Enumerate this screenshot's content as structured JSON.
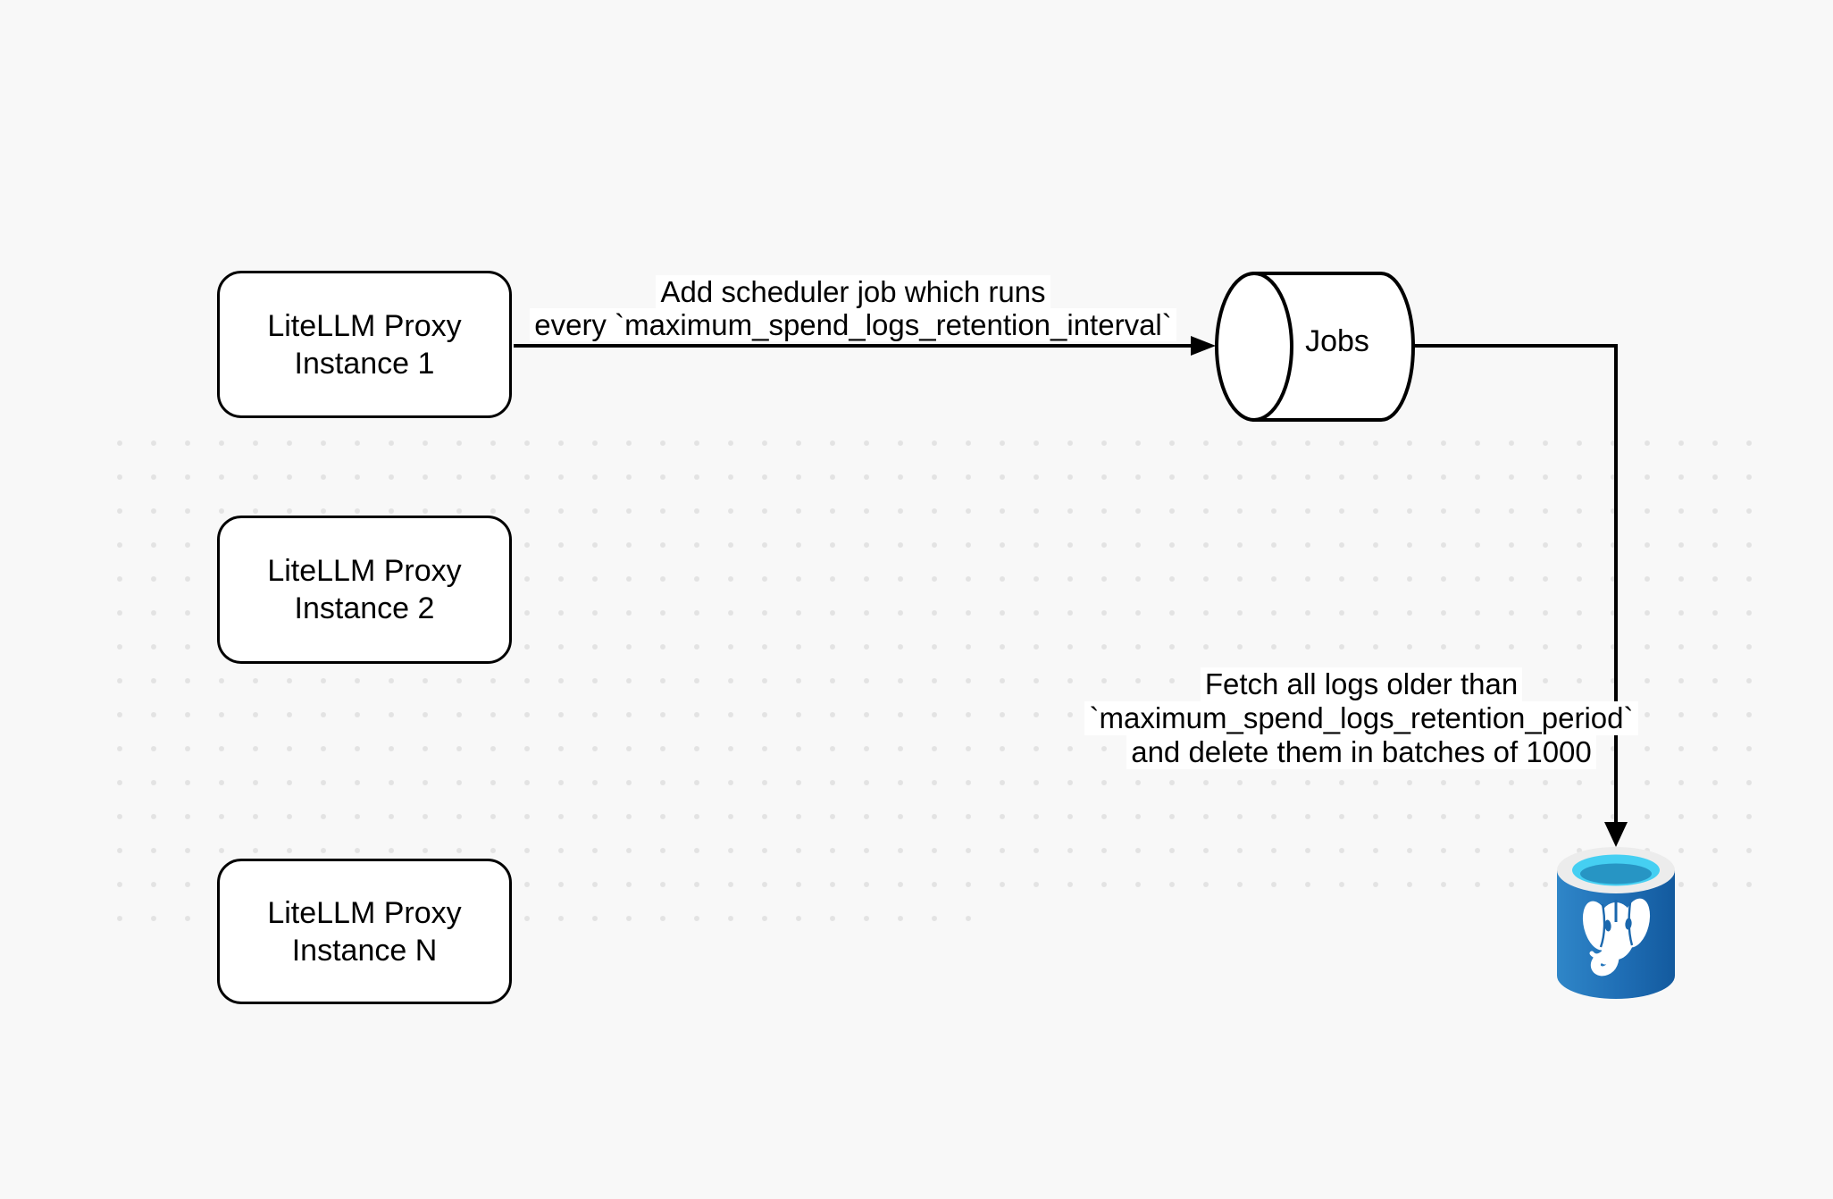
{
  "canvas": {
    "background_color": "#f8f8f8",
    "grid_dot_color": "#e3e3e3"
  },
  "nodes": {
    "instance1": {
      "line1": "LiteLLM Proxy",
      "line2": "Instance 1"
    },
    "instance2": {
      "line1": "LiteLLM Proxy",
      "line2": "Instance 2"
    },
    "instanceN": {
      "line1": "LiteLLM Proxy",
      "line2": "Instance N"
    },
    "jobs": {
      "label": "Jobs"
    },
    "postgres": {
      "icon": "postgresql-database-icon",
      "body_color": "#1f6eb5",
      "body_color_light": "#2f86c8",
      "body_color_dark": "#135a9e",
      "rim_color": "#ececec",
      "water_color": "#45cff2",
      "water_deep_color": "#2795c4",
      "elephant_color": "#ffffff"
    }
  },
  "edges": {
    "add_scheduler": {
      "line1": "Add scheduler job which runs",
      "line2": "every `maximum_spend_logs_retention_interval`"
    },
    "fetch_logs": {
      "line1": "Fetch all logs older than",
      "line2": "`maximum_spend_logs_retention_period`",
      "line3": "and delete them in batches of 1000"
    }
  }
}
